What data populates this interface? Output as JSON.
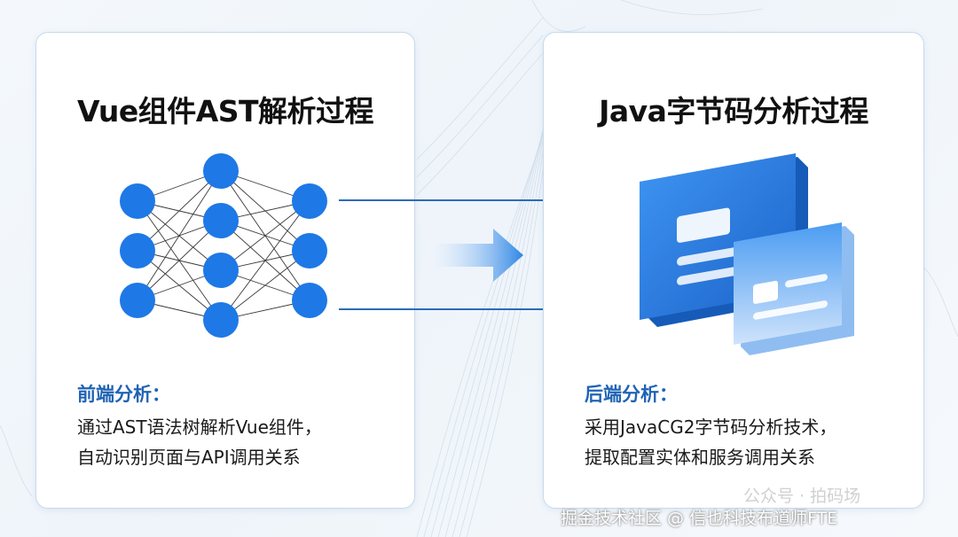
{
  "left_panel": {
    "title": "Vue组件AST解析过程",
    "heading": "前端分析：",
    "lines": [
      "通过AST语法树解析Vue组件，",
      "自动识别页面与API调用关系"
    ]
  },
  "right_panel": {
    "title": "Java字节码分析过程",
    "heading": "后端分析：",
    "lines": [
      "采用JavaCG2字节码分析技术，",
      "提取配置实体和服务调用关系"
    ]
  },
  "watermark": {
    "faint": "公众号 · 拍码场",
    "text": "掘金技术社区 @ 信也科技布道师FTE"
  },
  "colors": {
    "accent": "#1f63b4",
    "node": "#1e78e6",
    "arrow": "#2b6cb8",
    "doc": "#2a7be0"
  }
}
